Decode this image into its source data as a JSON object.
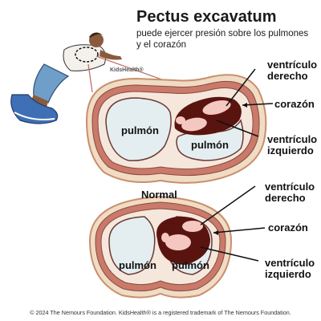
{
  "header": {
    "title": "Pectus excavatum",
    "subtitle": "puede ejercer presión sobre los pulmones y el corazón"
  },
  "brand": "KidsHealth®",
  "top_diagram": {
    "labels": {
      "right_ventricle": "ventrículo derecho",
      "heart": "corazón",
      "left_ventricle": "ventrículo izquierdo",
      "lung_left": "pulmón",
      "lung_right": "pulmón"
    }
  },
  "bottom_diagram": {
    "heading": "Normal",
    "labels": {
      "right_ventricle": "ventrículo derecho",
      "heart": "corazón",
      "left_ventricle": "ventrículo izquierdo",
      "lung_left": "pulmón",
      "lung_right": "pulmón"
    }
  },
  "footer": "© 2024 The Nemours Foundation. KidsHealth® is a registered trademark of The Nemours Foundation.",
  "colors": {
    "bone": "#f0dcc4",
    "bone_outline": "#d9b089",
    "muscle": "#c97a6a",
    "lung": "#e4eef0",
    "lung_outline": "#6b3a34",
    "heart_outer": "#5a1410",
    "heart_chamber": "#f4c8c0"
  }
}
